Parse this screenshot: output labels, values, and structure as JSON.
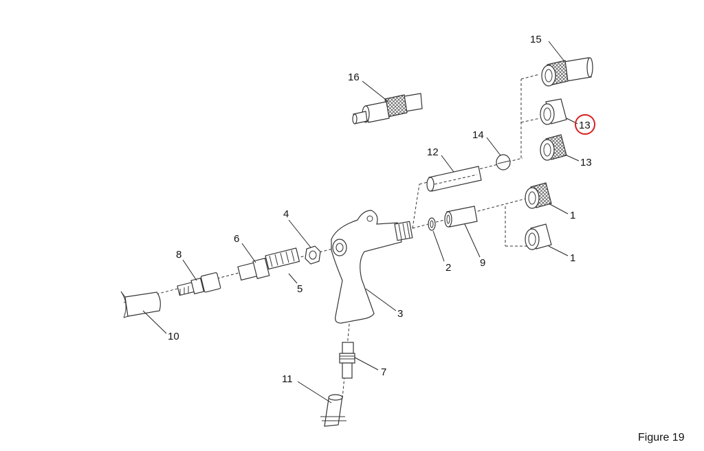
{
  "figure": {
    "caption": "Figure 19"
  },
  "callouts": {
    "c1a": "1",
    "c1b": "1",
    "c2": "2",
    "c3": "3",
    "c4": "4",
    "c5": "5",
    "c6": "6",
    "c7": "7",
    "c8": "8",
    "c9": "9",
    "c10": "10",
    "c11": "11",
    "c12": "12",
    "c13a": "13",
    "c13b": "13",
    "c14": "14",
    "c15": "15",
    "c16": "16"
  },
  "highlight": {
    "callout": "13",
    "color": "#d62020"
  }
}
